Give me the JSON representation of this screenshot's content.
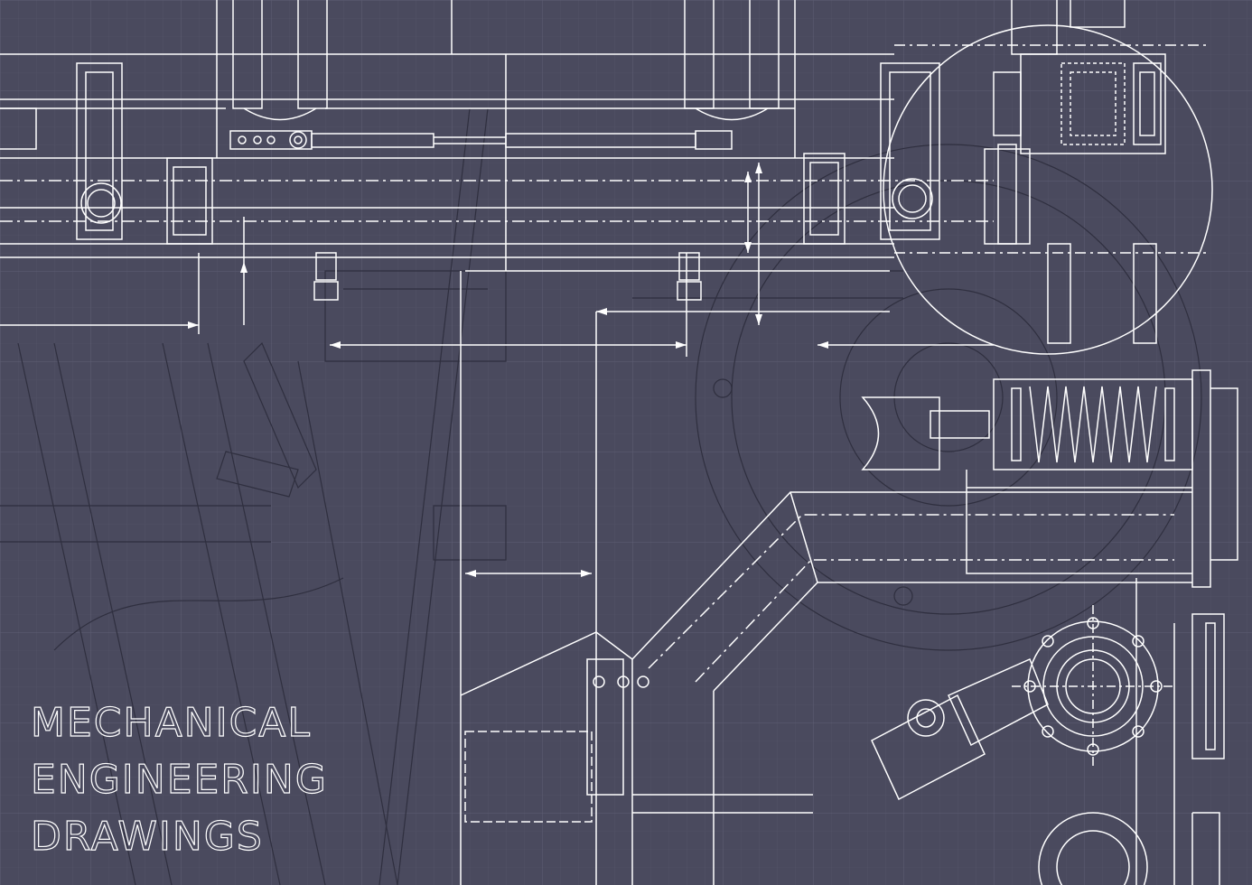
{
  "colors": {
    "background": "#4a4a5e",
    "grid_minor": "#55556a",
    "grid_major": "#5e5e74",
    "line_bright": "#ffffff",
    "line_faint": "#2f2f3f"
  },
  "title": {
    "line1": "MECHANICAL",
    "line2": "ENGINEERING",
    "line3": "DRAWINGS"
  }
}
